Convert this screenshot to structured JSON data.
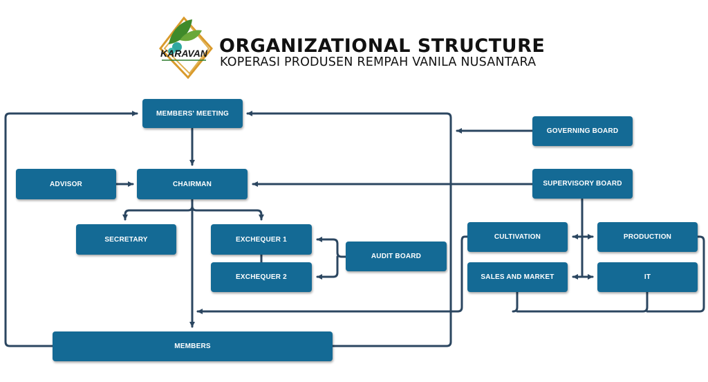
{
  "header": {
    "title": "ORGANIZATIONAL STRUCTURE",
    "subtitle": "KOPERASI PRODUSEN REMPAH VANILA NUSANTARA",
    "logo_text": "KARAVAN"
  },
  "colors": {
    "box": "#146a95",
    "line": "#2b4660",
    "text": "#ffffff"
  },
  "nodes": {
    "members_meeting": "MEMBERS' MEETING",
    "governing_board": "GOVERNING BOARD",
    "advisor": "ADVISOR",
    "chairman": "CHAIRMAN",
    "supervisory_board": "SUPERVISORY BOARD",
    "secretary": "SECRETARY",
    "exchequer1": "EXCHEQUER 1",
    "exchequer2": "EXCHEQUER 2",
    "audit_board": "AUDIT BOARD",
    "cultivation": "CULTIVATION",
    "production": "PRODUCTION",
    "sales_market": "SALES AND MARKET",
    "it": "IT",
    "members": "MEMBERS"
  }
}
